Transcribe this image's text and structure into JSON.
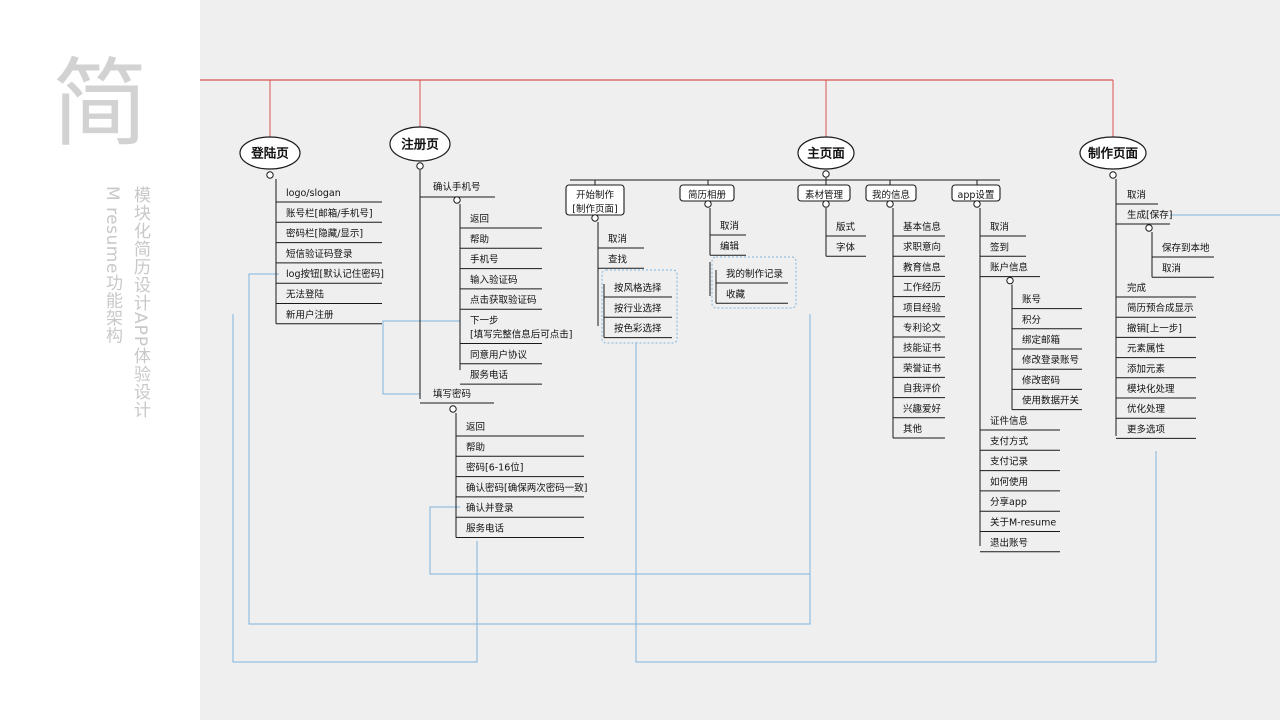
{
  "sidebar": {
    "big_char": "简",
    "subtitle_en": "M resume功能架构",
    "subtitle_cn": "模块化简历设计APP体验设计"
  },
  "colors": {
    "red": "#d9534f",
    "blue": "#7fb3dc",
    "black": "#1a1a1a",
    "canvas": "#efefef"
  },
  "pages": {
    "login": {
      "title": "登陆页",
      "items": [
        "logo/slogan",
        "账号栏[邮箱/手机号]",
        "密码栏[隐藏/显示]",
        "短信验证码登录",
        "log按钮[默认记住密码]",
        "无法登陆",
        "新用户注册"
      ]
    },
    "register": {
      "title": "注册页",
      "confirm_phone": "确认手机号",
      "phone_items": [
        "返回",
        "帮助",
        "手机号",
        "输入验证码",
        "点击获取验证码",
        "下一步\n[填写完整信息后可点击]",
        "同意用户协议",
        "服务电话"
      ],
      "fill_password": "填写密码",
      "password_items": [
        "返回",
        "帮助",
        "密码[6-16位]",
        "确认密码[确保两次密码一致]",
        "确认并登录",
        "服务电话"
      ]
    },
    "main": {
      "title": "主页面",
      "sections": {
        "start": {
          "label": "开始制作\n[制作页面]",
          "items": [
            "取消",
            "查找"
          ],
          "group": [
            "按风格选择",
            "按行业选择",
            "按色彩选择"
          ]
        },
        "album": {
          "label": "简历相册",
          "items": [
            "取消",
            "编辑"
          ],
          "group": [
            "我的制作记录",
            "收藏"
          ]
        },
        "material": {
          "label": "素材管理",
          "items": [
            "版式",
            "字体"
          ]
        },
        "info": {
          "label": "我的信息",
          "items": [
            "基本信息",
            "求职意向",
            "教育信息",
            "工作经历",
            "项目经验",
            "专利论文",
            "技能证书",
            "荣誉证书",
            "自我评价",
            "兴趣爱好",
            "其他"
          ]
        },
        "settings": {
          "label": "app设置",
          "items_top": [
            "取消",
            "签到"
          ],
          "account": "账户信息",
          "account_items": [
            "账号",
            "积分",
            "绑定邮箱",
            "修改登录账号",
            "修改密码",
            "使用数据开关"
          ],
          "items_bottom": [
            "证件信息",
            "支付方式",
            "支付记录",
            "如何使用",
            "分享app",
            "关于M-resume",
            "退出账号"
          ]
        }
      }
    },
    "make": {
      "title": "制作页面",
      "items_top": [
        "取消"
      ],
      "save": "生成[保存]",
      "save_items": [
        "保存到本地",
        "取消"
      ],
      "items_bottom": [
        "完成",
        "简历预合成显示",
        "撤销[上一步]",
        "元素属性",
        "添加元素",
        "模块化处理",
        "优化处理",
        "更多选项"
      ]
    }
  }
}
